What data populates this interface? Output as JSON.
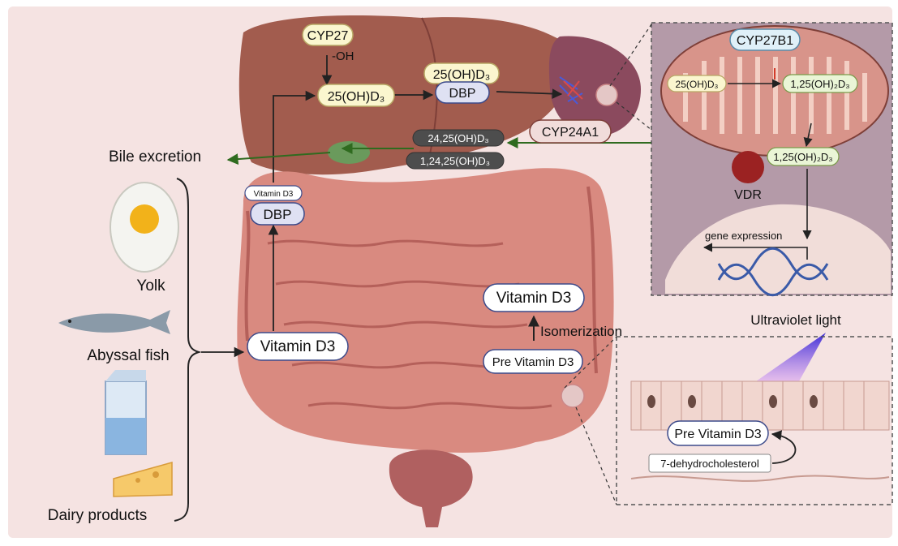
{
  "colors": {
    "background": "#f5e3e2",
    "liver": "#a25c4e",
    "liver_dark": "#7e3f38",
    "kidney": "#8b4a5e",
    "intestine": "#d98a80",
    "intestine_dark": "#b5605a",
    "inset_mito_bg": "#b49aa8",
    "mitochondria": "#d8948a",
    "cell_nucleus": "#f1ddd9",
    "pill_yellow_fill": "#fbf6cf",
    "pill_yellow_stroke": "#b8a765",
    "pill_blue_fill": "#dfe1f3",
    "pill_blue_stroke": "#3c4a8a",
    "pill_dark_fill": "#4d4d4d",
    "green_arrow": "#2f6b1f",
    "vdr": "#9b2222",
    "dna": "#3a5aa8",
    "uv_violet": "#7a2bd6"
  },
  "labels": {
    "cyp27": "CYP27",
    "oh": "-OH",
    "oh_d3_liver": "25(OH)D₃",
    "oh_d3_dbp_top": "25(OH)D₃",
    "dbp_liver": "DBP",
    "cyp24a1": "CYP24A1",
    "metab1": "24,25(OH)D₃",
    "metab2": "1,24,25(OH)D₃",
    "bile": "Bile excretion",
    "vitd3_small": "Vitamin D3",
    "dbp_small": "DBP",
    "yolk": "Yolk",
    "fish": "Abyssal fish",
    "dairy": "Dairy products",
    "vitd3_main": "Vitamin D3",
    "vitd3_upper": "Vitamin D3",
    "isomerization": "Isomerization",
    "previtd3": "Pre Vitamin D3",
    "uv": "Ultraviolet light",
    "previtd3_skin": "Pre Vitamin D3",
    "dehydro": "7-dehydrocholesterol",
    "cyp27b1": "CYP27B1",
    "mito_in": "25(OH)D₃",
    "mito_out": "1,25(OH)₂D₃",
    "cyto_d3": "1,25(OH)₂D₃",
    "vdr": "VDR",
    "gene_expression": "gene expression"
  }
}
